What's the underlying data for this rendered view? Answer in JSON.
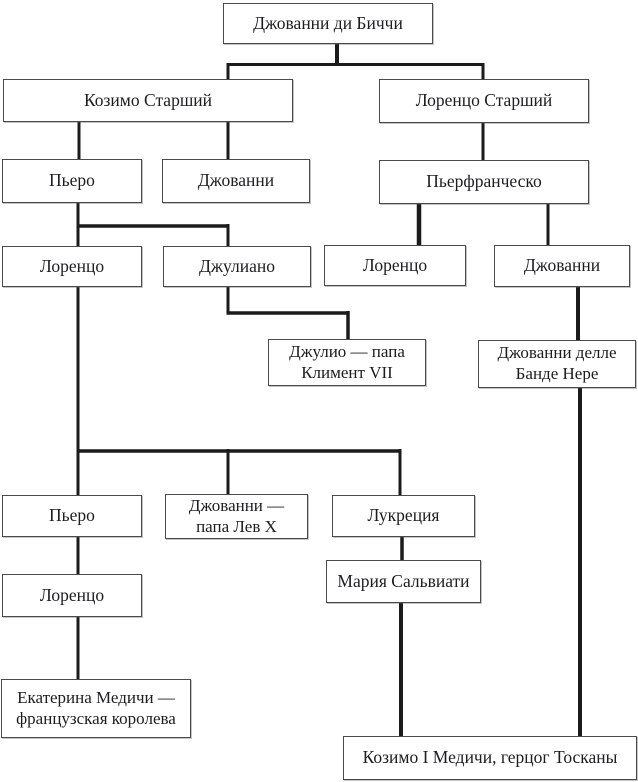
{
  "diagram": {
    "type": "family-tree",
    "colors": {
      "background": "#ffffff",
      "box_border": "#4a4a4a",
      "line": "#1b1b1b",
      "text": "#1d1d20"
    },
    "nodes": {
      "giovanni_di_bicci": {
        "label": "Джованни ди Биччи"
      },
      "cosimo_elder": {
        "label": "Козимо Старший"
      },
      "lorenzo_elder": {
        "label": "Лоренцо Старший"
      },
      "piero_1": {
        "label": "Пьеро"
      },
      "giovanni_1": {
        "label": "Джованни"
      },
      "pierfrancesco": {
        "label": "Пьерфранческо"
      },
      "lorenzo_magnificent": {
        "label": "Лоренцо"
      },
      "giuliano": {
        "label": "Джулиано"
      },
      "lorenzo_2": {
        "label": "Лоренцо"
      },
      "giovanni_2": {
        "label": "Джованни"
      },
      "giulio_clement_vii": {
        "label": "Джулио — папа\nКлимент VII"
      },
      "giovanni_bande_nere": {
        "label": "Джованни делле\nБанде Нере"
      },
      "piero_2": {
        "label": "Пьеро"
      },
      "giovanni_leo_x": {
        "label": "Джованни —\nпапа Лев X"
      },
      "lucrezia": {
        "label": "Лукреция"
      },
      "lorenzo_3": {
        "label": "Лоренцо"
      },
      "maria_salviati": {
        "label": "Мария Сальвиати"
      },
      "catherine_de_medici": {
        "label": "Екатерина Медичи —\nфранцузская королева"
      },
      "cosimo_i": {
        "label": "Козимо I Медичи, герцог Тосканы"
      }
    }
  }
}
